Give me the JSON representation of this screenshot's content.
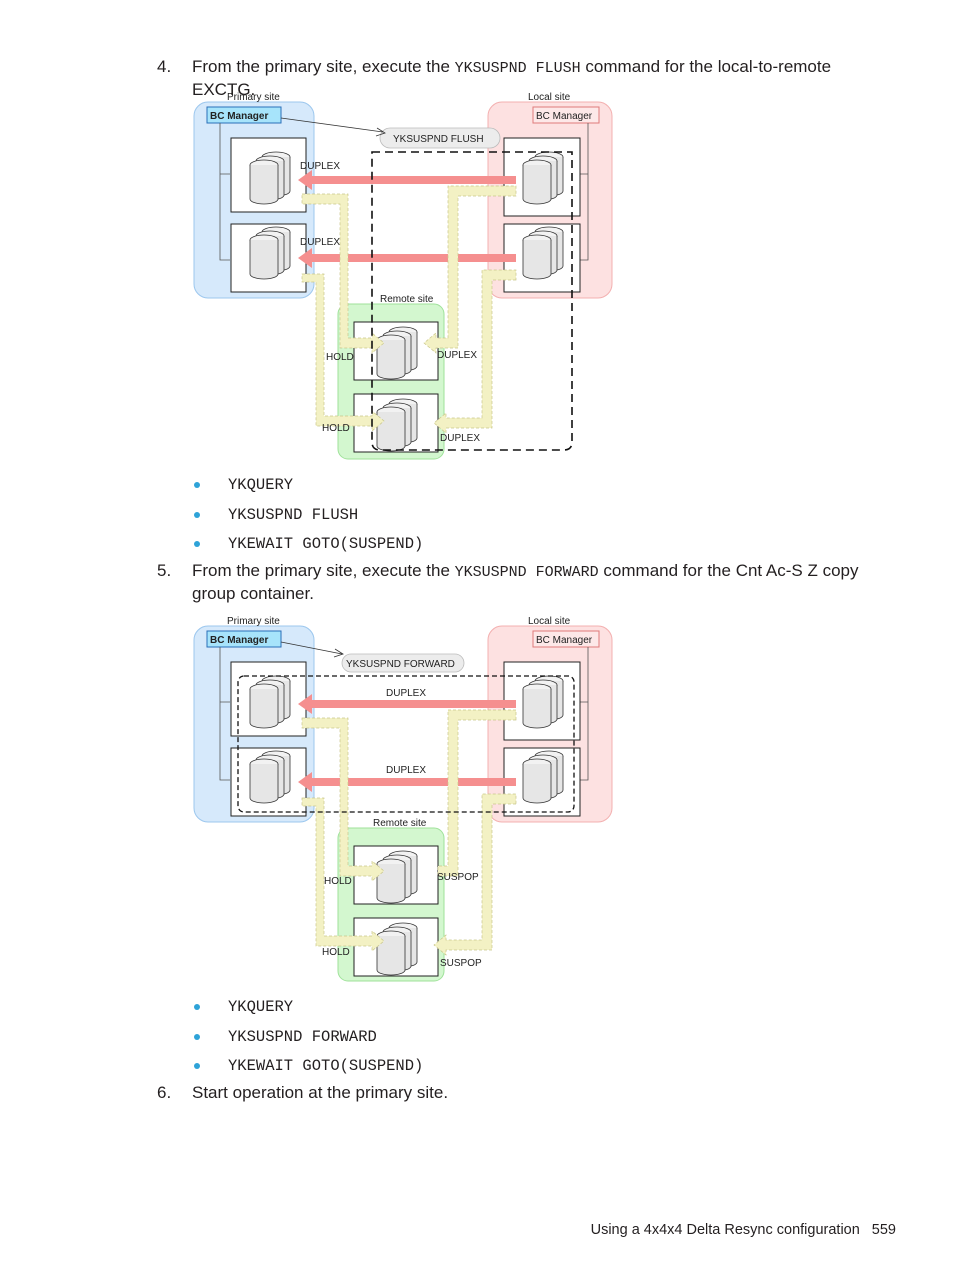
{
  "steps": [
    {
      "num": "4.",
      "pre": "From the primary site, execute the ",
      "code": "YKSUSPND FLUSH",
      "post": " command for the local-to-remote EXCTG."
    },
    {
      "num": "5.",
      "pre": "From the primary site, execute the ",
      "code": "YKSUSPND FORWARD",
      "post": " command for the Cnt Ac-S Z copy group container."
    },
    {
      "num": "6.",
      "text": "Start operation at the primary site."
    }
  ],
  "bullets1": [
    "YKQUERY",
    "YKSUSPND FLUSH",
    "YKEWAIT GOTO(SUSPEND)"
  ],
  "bullets2": [
    "YKQUERY",
    "YKSUSPND FORWARD",
    "YKEWAIT GOTO(SUSPEND)"
  ],
  "diagram1": {
    "primary_site": "Primary site",
    "local_site": "Local site",
    "remote_site": "Remote site",
    "bc_primary": "BC Manager",
    "bc_local": "BC Manager",
    "command": "YKSUSPND FLUSH",
    "label_duplex_1": "DUPLEX",
    "label_duplex_2": "DUPLEX",
    "label_hold_1": "HOLD",
    "label_hold_2": "HOLD",
    "label_remote_1": "DUPLEX",
    "label_remote_2": "DUPLEX"
  },
  "diagram2": {
    "primary_site": "Primary site",
    "local_site": "Local site",
    "remote_site": "Remote site",
    "bc_primary": "BC Manager",
    "bc_local": "BC Manager",
    "command": "YKSUSPND FORWARD",
    "label_duplex_1": "DUPLEX",
    "label_duplex_2": "DUPLEX",
    "label_hold_1": "HOLD",
    "label_hold_2": "HOLD",
    "label_remote_1": "SUSPOP",
    "label_remote_2": "SUSPOP"
  },
  "footer": {
    "title": "Using a 4x4x4 Delta Resync configuration",
    "page": "559"
  },
  "colors": {
    "primary_bg": "#d6e9fb",
    "local_bg": "#fde1e1",
    "remote_bg": "#d3f7cf",
    "red_arrow": "#f58f8f",
    "yellow_arrow": "#f3f1c4",
    "bullet": "#2ea3d8"
  }
}
